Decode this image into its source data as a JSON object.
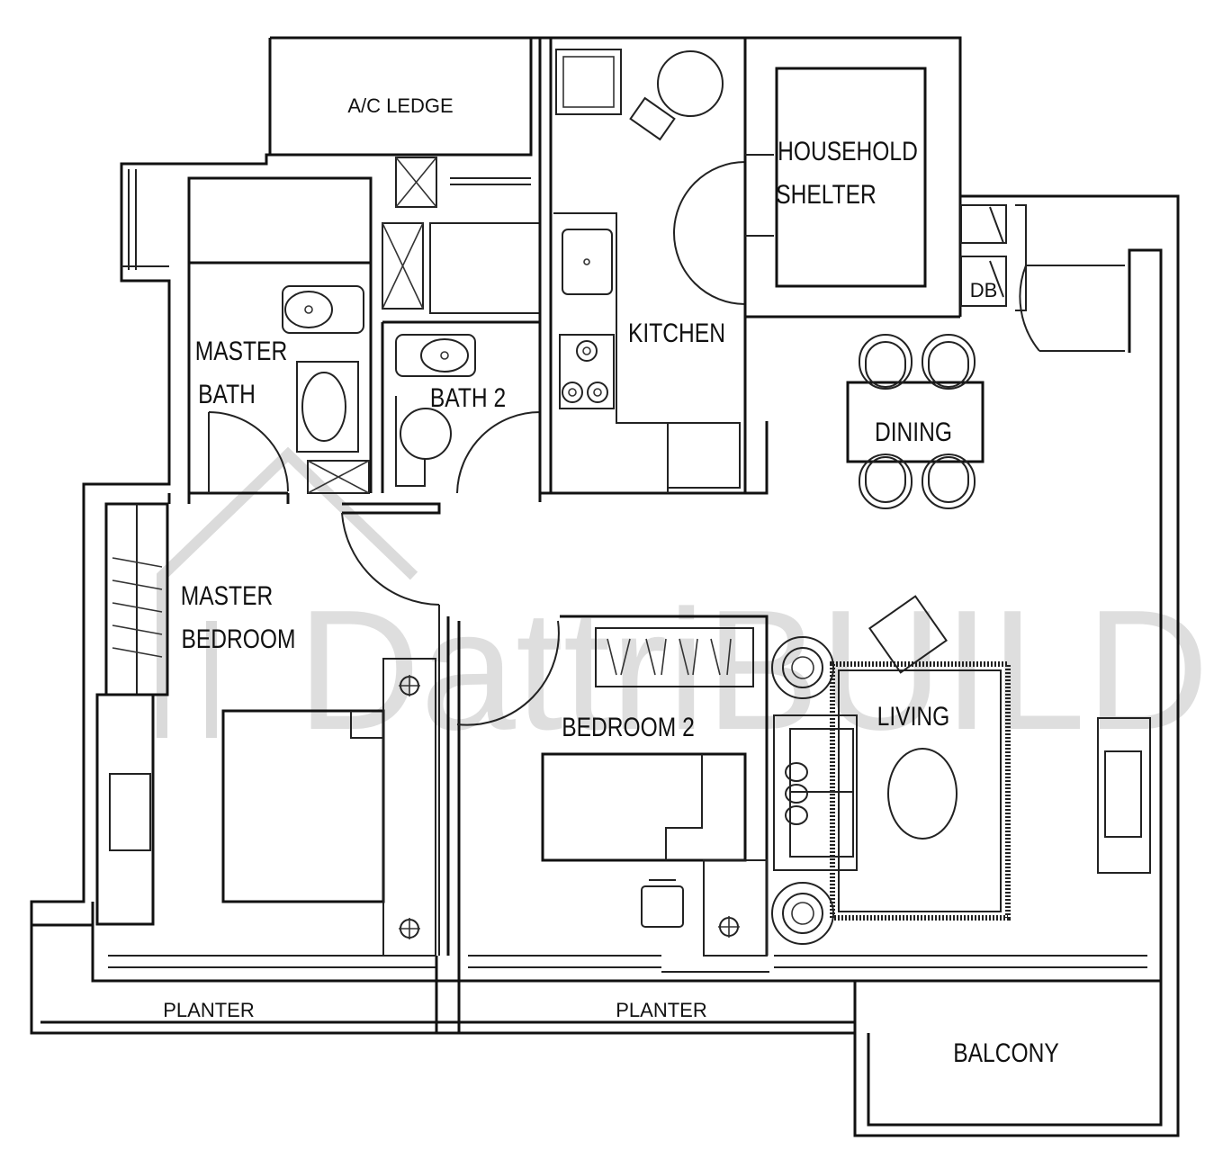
{
  "plan": {
    "rooms": {
      "ac_ledge": "A/C LEDGE",
      "household_shelter_1": "HOUSEHOLD",
      "household_shelter_2": "SHELTER",
      "kitchen": "KITCHEN",
      "master_bath_1": "MASTER",
      "master_bath_2": "BATH",
      "bath2": "BATH 2",
      "dining": "DINING",
      "db": "DB",
      "master_bedroom_1": "MASTER",
      "master_bedroom_2": "BEDROOM",
      "bedroom2": "BEDROOM 2",
      "living": "LIVING",
      "planter_left": "PLANTER",
      "planter_right": "PLANTER",
      "balcony": "BALCONY"
    },
    "watermark": "DattriBUILD",
    "colors": {
      "line": "#111111",
      "watermark": "#bdbdbd",
      "background": "#ffffff"
    }
  }
}
